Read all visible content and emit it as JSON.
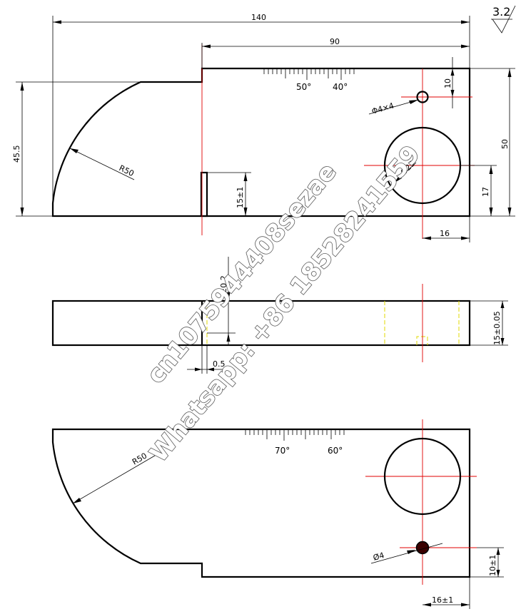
{
  "roughness": "3.2",
  "top_view": {
    "dim_overall_width": "140",
    "dim_scale_width": "90",
    "dim_height_left": "45.5",
    "dim_height_right": "50",
    "dim_radius": "R50",
    "dim_hole_top": "10",
    "dim_hole_label": "Φ4×4",
    "dim_circle": "Ø25",
    "dim_circle_height": "17",
    "dim_circle_offset": "16",
    "dim_slot_depth": "15±1",
    "angle_a": "50°",
    "angle_b": "40°"
  },
  "side_view": {
    "dim_slot": "2±0.2",
    "dim_thickness": "15±0.05",
    "dim_gap": "0.5"
  },
  "bottom_view": {
    "dim_radius": "R50",
    "angle_a": "70°",
    "angle_b": "60°",
    "dim_hole": "Ø4",
    "dim_hole_height": "10±1",
    "dim_hole_offset": "16±1"
  },
  "watermark": {
    "line1": "cn1075944408sezae",
    "line2": "Whatsapp: +86  18528241559"
  }
}
